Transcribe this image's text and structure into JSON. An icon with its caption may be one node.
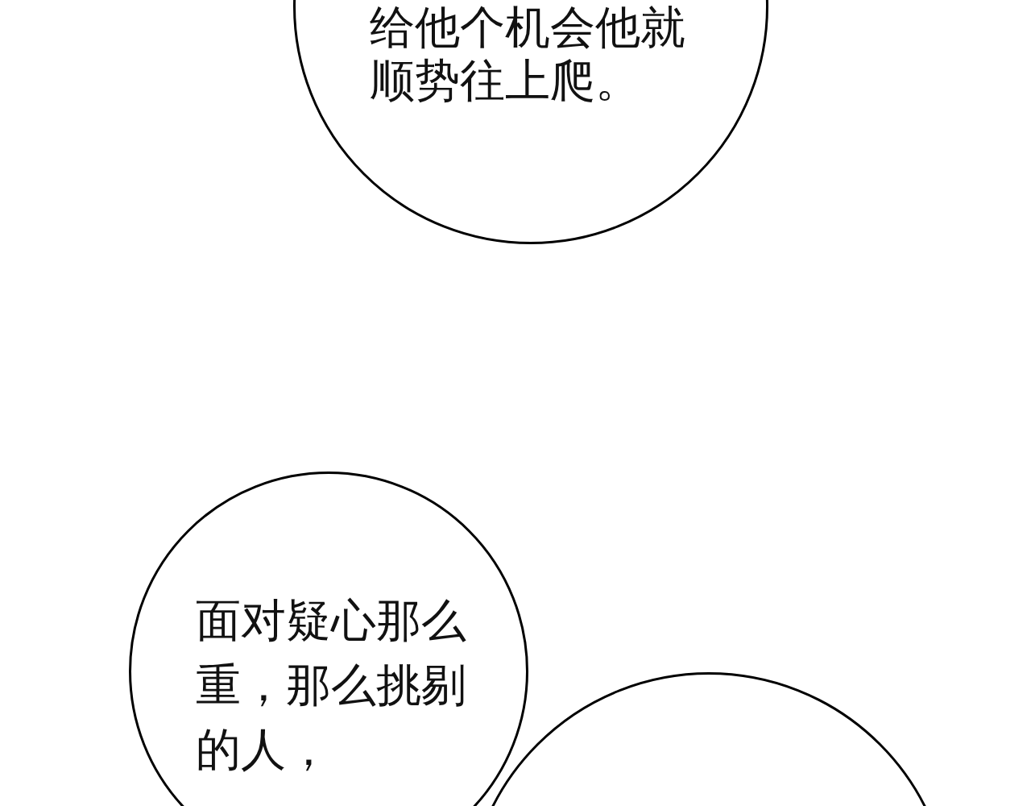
{
  "diagram": {
    "nodes": [
      {
        "text": [
          "给他个机会他就顺势往上爬。"
        ]
      },
      {
        "text": [
          "面对疑心那么重，那么挑剔的人，"
        ]
      },
      {
        "text": [],
        "shape": "circle"
      }
    ]
  }
}
